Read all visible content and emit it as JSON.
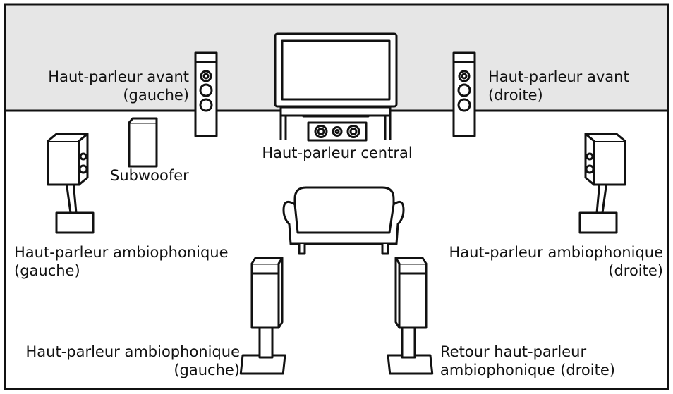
{
  "colors": {
    "wall": "#e6e6e6",
    "floor": "#ffffff",
    "stroke": "#111111"
  },
  "labels": {
    "front_left": {
      "line1": "Haut-parleur avant",
      "line2": "(gauche)"
    },
    "front_right": {
      "line1": "Haut-parleur avant",
      "line2": "(droite)"
    },
    "center": "Haut-parleur central",
    "subwoofer": "Subwoofer",
    "surround_left": {
      "line1": "Haut-parleur ambiophonique",
      "line2": "(gauche)"
    },
    "surround_right": {
      "line1": "Haut-parleur ambiophonique",
      "line2": "(droite)"
    },
    "surround_back_left": {
      "line1": "Haut-parleur ambiophonique",
      "line2": "(gauche)"
    },
    "surround_back_right": {
      "line1": "Retour haut-parleur",
      "line2": "ambiophonique (droite)"
    }
  }
}
